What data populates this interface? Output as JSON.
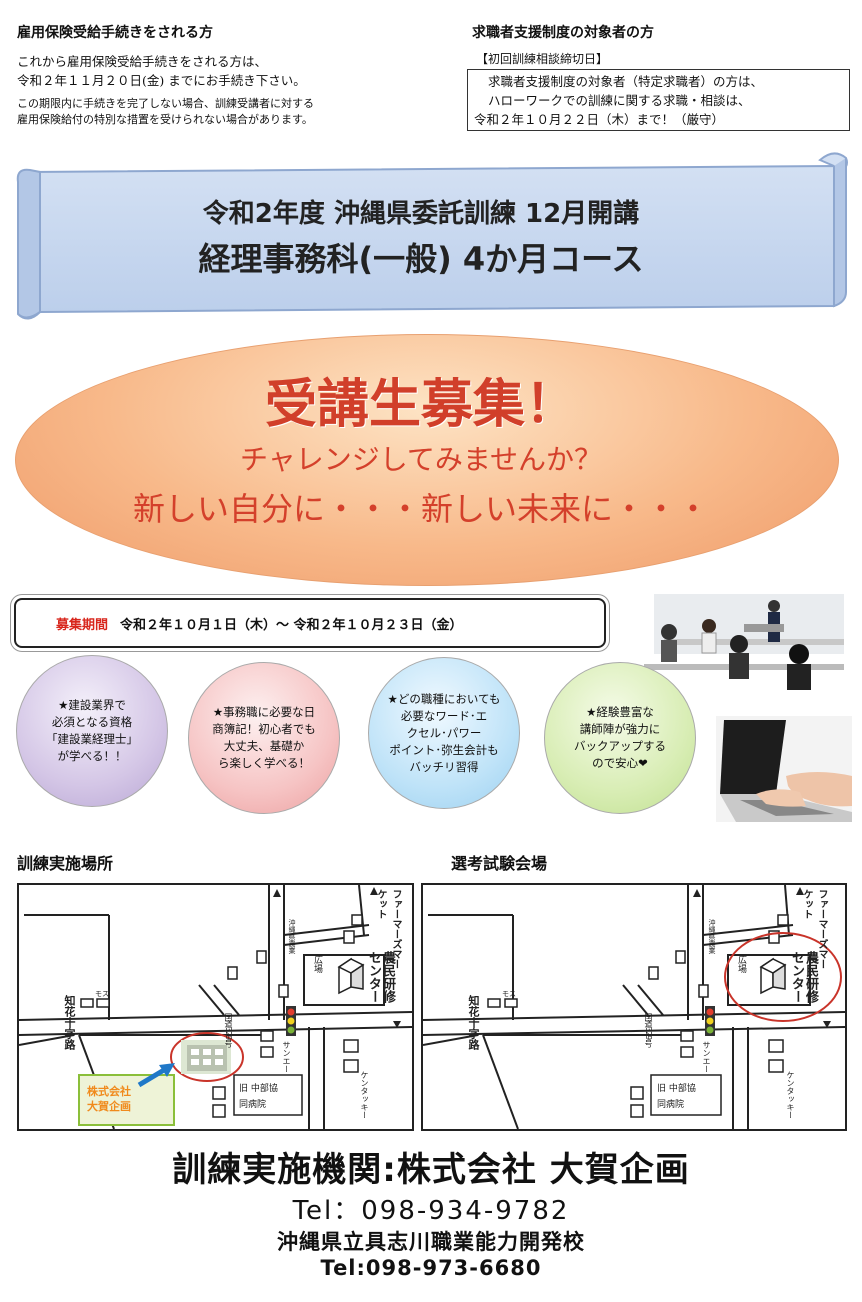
{
  "left_notice": {
    "title": "雇用保険受給手続きをされる方",
    "line1": "これから雇用保険受給手続きをされる方は、",
    "line2": "令和２年１１月２０日(金) までにお手続き下さい。",
    "line3": "この期限内に手続きを完了しない場合、訓練受講者に対する",
    "line4": "雇用保険給付の特別な措置を受けられない場合があります。"
  },
  "right_notice": {
    "title": "求職者支援制度の対象者の方",
    "subtitle": "【初回訓練相談締切日】",
    "line1": "求職者支援制度の対象者（特定求職者）の方は、",
    "line2": "ハローワークでの訓練に関する求職・相談は、",
    "line3": "令和２年１０月２２日（木）まで！（厳守）"
  },
  "banner": {
    "line1": "令和2年度  沖縄県委託訓練  12月開講",
    "line2": "経理事務科(一般)  4か月コース"
  },
  "oval": {
    "headline": "受講生募集！",
    "sub1": "チャレンジしてみませんか？",
    "sub2": "新しい自分に・・・新しい未来に・・・"
  },
  "period": {
    "label": "募集期間",
    "value": "令和２年１０月１日（木）～ 令和２年１０月２３日（金）"
  },
  "features": [
    {
      "l1": "★建設業界で",
      "l2": "必須となる資格",
      "l3": "「建設業経理士」",
      "l4": "が学べる！！"
    },
    {
      "l1": "★事務職に必要な日",
      "l2": "商簿記！初心者でも",
      "l3": "大丈夫、基礎か",
      "l4": "ら楽しく学べる！"
    },
    {
      "l1": "★どの職種においても",
      "l2": "必要なワード･エ",
      "l3": "クセル･パワー",
      "l4": "ポイント･弥生会計も",
      "l5": "バッチリ習得"
    },
    {
      "l1": "★経験豊富な",
      "l2": "講師陣が強力に",
      "l3": "バックアップする",
      "l4": "ので安心❤"
    }
  ],
  "sections": {
    "training_place": "訓練実施場所",
    "exam_place": "選考試験会場"
  },
  "map_left": {
    "road": "知花十字路",
    "mos": "モス",
    "route": "国道329号",
    "farmers": "ファーマーズマーケット",
    "bank": "沖縄県農業",
    "plaza": "広場",
    "center": "農民研修センター",
    "kentucky": "ケンタッキー",
    "sanae": "サンエー",
    "hospital1": "旧 中部協",
    "hospital2": "同病院",
    "company1": "株式会社",
    "company2": "大賀企画"
  },
  "map_right": {
    "road": "知花十字路",
    "mos": "モス",
    "route": "国道329号",
    "farmers": "ファーマーズマーケット",
    "bank": "沖縄県農業",
    "plaza": "広場",
    "center": "農民研修センター",
    "kentucky": "ケンタッキー",
    "sanae": "サンエー",
    "hospital1": "旧 中部協",
    "hospital2": "同病院"
  },
  "footer": {
    "org": "訓練実施機関:株式会社 大賀企画",
    "tel1": "Tel：098-934-9782",
    "school": "沖縄県立具志川職業能力開発校",
    "tel2": "Tel:098-973-6680"
  },
  "colors": {
    "banner_fill": "#c5d6ee",
    "accent_red": "#d4402b",
    "period_red": "#d8261c",
    "company_orange": "#f08a1c"
  }
}
